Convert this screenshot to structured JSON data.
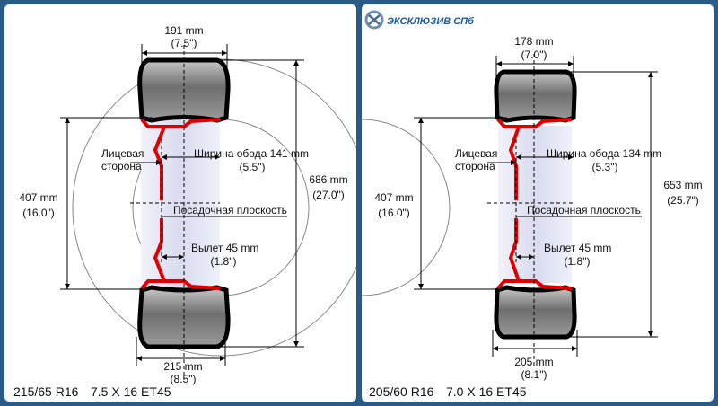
{
  "logo": {
    "text": "ЭКСКЛЮЗИВ СПб"
  },
  "left": {
    "top_width": "191 mm",
    "top_width_in": "(7.5\")",
    "rim_dia": "407 mm",
    "rim_dia_in": "(16.0\")",
    "face_side_1": "Лицевая",
    "face_side_2": "сторона",
    "rim_width": "Ширина обода 141 mm",
    "rim_width_in": "(5.5\")",
    "tire_dia": "686 mm",
    "tire_dia_in": "(27.0\")",
    "mount_plane": "Посадочная плоскость",
    "offset": "Вылет 45 mm",
    "offset_in": "(1.8\")",
    "bottom_width": "215 mm",
    "bottom_width_in": "(8.5\")",
    "footer_size": "215/65 R16",
    "footer_rim": "7.5 X 16 ET45"
  },
  "right": {
    "top_width": "178 mm",
    "top_width_in": "(7.0\")",
    "rim_dia": "407 mm",
    "rim_dia_in": "(16.0\")",
    "face_side_1": "Лицевая",
    "face_side_2": "сторона",
    "rim_width": "Ширина обода 134 mm",
    "rim_width_in": "(5.3\")",
    "tire_dia": "653 mm",
    "tire_dia_in": "(25.7\")",
    "mount_plane": "Посадочная плоскость",
    "offset": "Вылет 45 mm",
    "offset_in": "(1.8\")",
    "bottom_width": "205 mm",
    "bottom_width_in": "(8.1\")",
    "footer_size": "205/60 R16",
    "footer_rim": "7.0 X 16 ET45"
  }
}
